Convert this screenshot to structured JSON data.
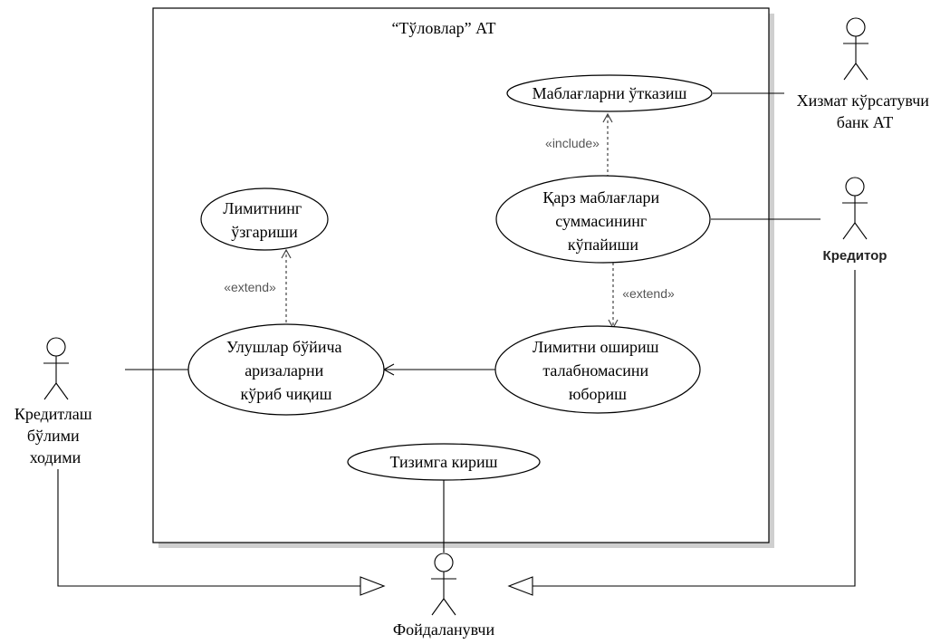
{
  "system": {
    "title": "“Тўловлар” АТ"
  },
  "use_cases": {
    "transfer": [
      "Маблағларни ўтказиш"
    ],
    "increase": [
      "Қарз маблағлари",
      "суммасининг",
      "кўпайиши"
    ],
    "limit_change": [
      "Лимитнинг",
      "ўзгариши"
    ],
    "review": [
      "Улушлар бўйича",
      "аризаларни",
      "кўриб чиқиш"
    ],
    "send_request": [
      "Лимитни ошириш",
      "талабномасини",
      "юбориш"
    ],
    "login": [
      "Тизимга кириш"
    ]
  },
  "actors": {
    "bank": [
      "Хизмат кўрсатувчи",
      "банк АТ"
    ],
    "creditor": [
      "Кредитор"
    ],
    "employee": [
      "Кредитлаш",
      "бўлими",
      "ходими"
    ],
    "user": [
      "Фойдаланувчи"
    ]
  },
  "stereotypes": {
    "include": "«include»",
    "extend_left": "«extend»",
    "extend_right": "«extend»"
  }
}
